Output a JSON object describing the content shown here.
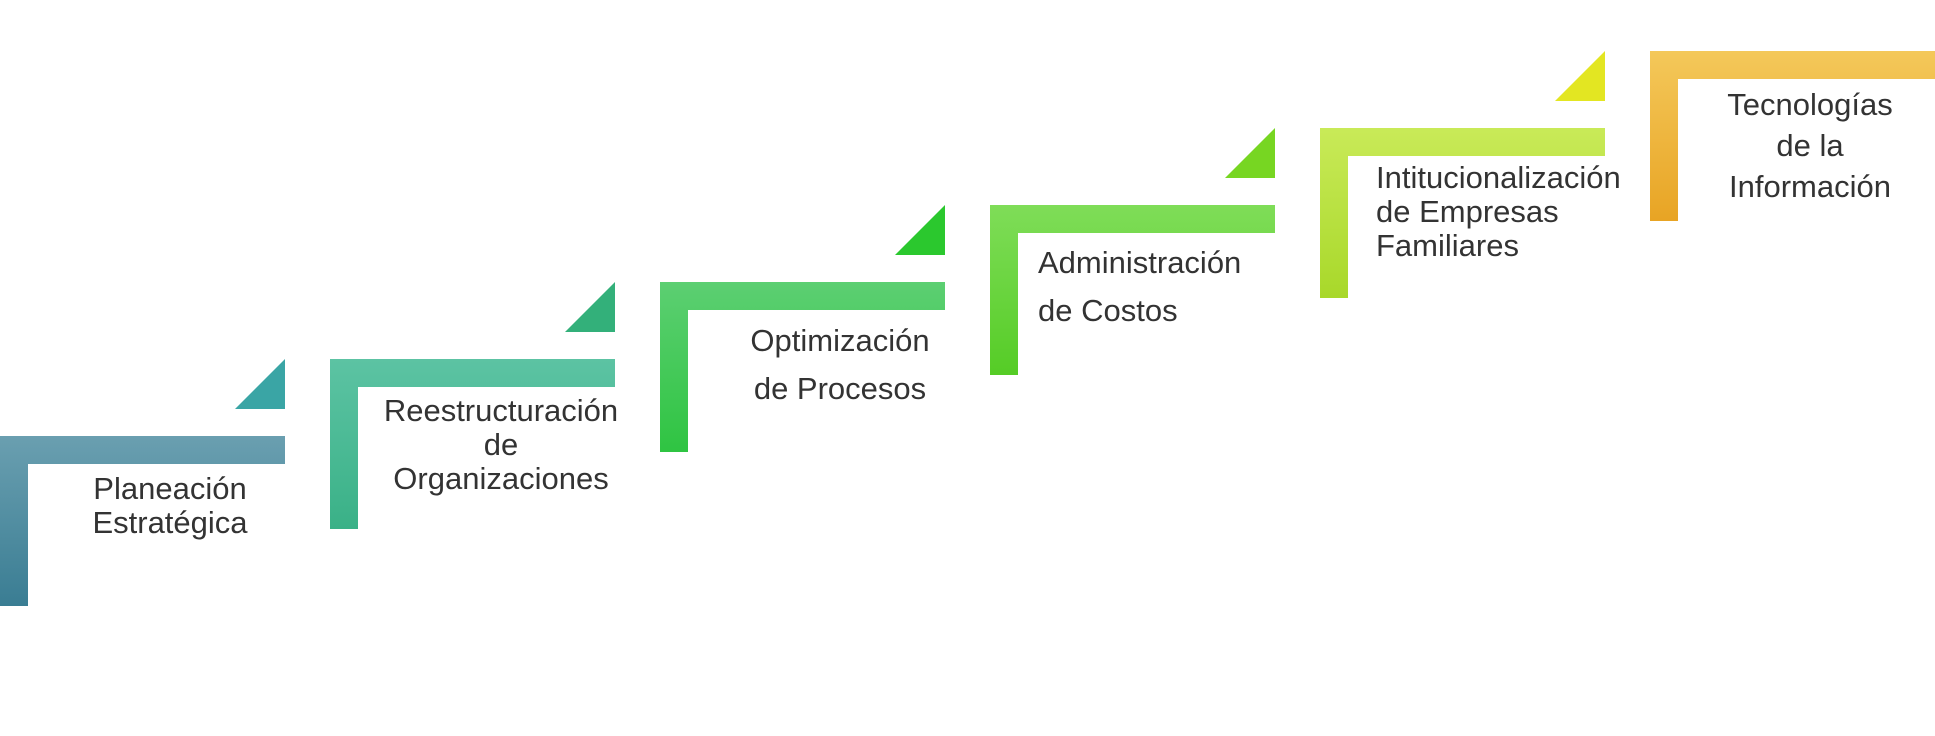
{
  "steps": [
    {
      "label": "Planeación\nEstratégica",
      "color_top": "#6a9fb0",
      "color_bottom": "#3a7d93",
      "arrow_color": "#3aa5a5"
    },
    {
      "label": "Reestructuración\nde\nOrganizaciones",
      "color_top": "#5cc3a3",
      "color_bottom": "#3ab187",
      "arrow_color": "#33b07a"
    },
    {
      "label": "Optimización\n de Procesos",
      "color_top": "#5ccf72",
      "color_bottom": "#2fc442",
      "arrow_color": "#2bc82e"
    },
    {
      "label": "Administración\n       de Costos",
      "color_top": "#7fdd58",
      "color_bottom": "#55cc26",
      "arrow_color": "#77d622"
    },
    {
      "label": "Intitucionalización\nde Empresas\nFamiliares",
      "color_top": "#c9ea58",
      "color_bottom": "#a8d82a",
      "arrow_color": "#e3e622"
    },
    {
      "label": "Tecnologías\nde la\nInformación",
      "color_top": "#f4c85a",
      "color_bottom": "#e8a424",
      "arrow_color": null
    }
  ]
}
